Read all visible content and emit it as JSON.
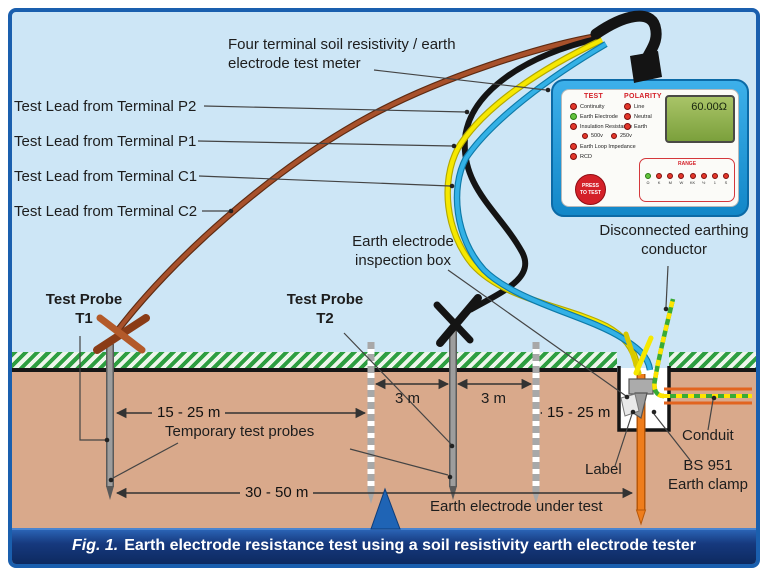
{
  "figure_caption": {
    "prefix": "Fig. 1.",
    "text": "Earth electrode resistance test using a soil resistivity earth electrode tester"
  },
  "annotations": {
    "meter_line1": "Four terminal soil resistivity / earth",
    "meter_line2": "electrode test meter",
    "lead_p2": "Test Lead from Terminal P2",
    "lead_p1": "Test Lead from Terminal P1",
    "lead_c1": "Test Lead from Terminal C1",
    "lead_c2": "Test Lead from Terminal C2",
    "inspection_line1": "Earth electrode",
    "inspection_line2": "inspection box",
    "disconnected_line1": "Disconnected earthing",
    "disconnected_line2": "conductor",
    "probe_t1_line1": "Test Probe",
    "probe_t1_line2": "T1",
    "probe_t2_line1": "Test Probe",
    "probe_t2_line2": "T2",
    "temporary_probes": "Temporary test probes",
    "under_test": "Earth electrode under test",
    "label_tag": "Label",
    "bs951_line1": "BS 951",
    "bs951_line2": "Earth clamp",
    "conduit": "Conduit"
  },
  "dimensions": {
    "t1_to_t2": "15 - 25 m",
    "t2_offset_left": "3 m",
    "t2_offset_right": "3 m",
    "t2_to_electrode": "15 - 25 m",
    "t1_to_electrode": "30 - 50 m"
  },
  "meter": {
    "display": "60.00Ω",
    "test_title": "TEST",
    "test_items": [
      "Continuity",
      "Earth Electrode",
      "Insulation Resistance",
      "Earth Loop Impedance",
      "RCD"
    ],
    "test_sub_items": [
      "500v",
      "250v"
    ],
    "polarity_title": "POLARITY",
    "polarity_items": [
      "Line",
      "Neutral",
      "Earth"
    ],
    "button_line1": "PRESS",
    "button_line2": "TO TEST",
    "range_title": "RANGE",
    "range_labels": [
      "Ω",
      "K",
      "M",
      "W",
      "KK",
      "½",
      "1",
      "S"
    ]
  },
  "colors": {
    "sky": "#cde6f6",
    "ground": "#d9a98b",
    "grass_green": "#2e9e41",
    "frame_blue": "#1a5fae",
    "caption_bg": "#16397e",
    "meter_body": "#21a2e2",
    "lcd_green": "#93b54c",
    "accent_red": "#d42129",
    "cable_brown": "#a8512b",
    "cable_black": "#141414",
    "cable_yellow": "#f6e800",
    "cable_blue": "#33b1e6",
    "earth_wire_green": "#3aaa35",
    "electrode_orange": "#ef7d1c"
  }
}
